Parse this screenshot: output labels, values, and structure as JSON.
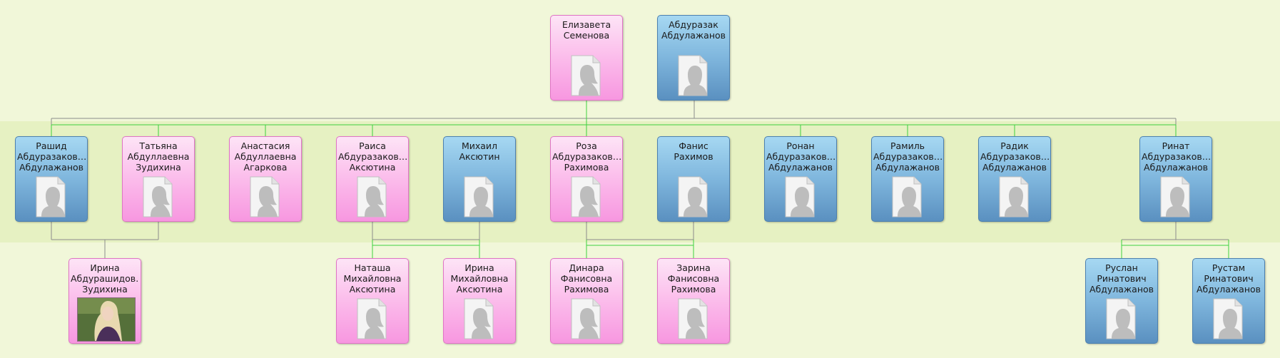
{
  "people": [
    {
      "id": "p_elizaveta",
      "name": "Елизавета\nСеменова",
      "gender": "female",
      "photo": false
    },
    {
      "id": "p_abdurazak",
      "name": "Абдуразак\nАбдулажанов",
      "gender": "male",
      "photo": false
    },
    {
      "id": "p_rashid",
      "name": "Рашид\nАбдуразаков…\nАбдулажанов",
      "gender": "male",
      "photo": false
    },
    {
      "id": "p_tatyana",
      "name": "Татьяна\nАбдуллаевна\nЗудихина",
      "gender": "female",
      "photo": false
    },
    {
      "id": "p_anastasia",
      "name": "Анастасия\nАбдуллаевна\nАгаркова",
      "gender": "female",
      "photo": false
    },
    {
      "id": "p_raisa",
      "name": "Раиса\nАбдуразаков…\nАксютина",
      "gender": "female",
      "photo": false
    },
    {
      "id": "p_mikhail",
      "name": "Михаил\nАксютин",
      "gender": "male",
      "photo": false
    },
    {
      "id": "p_roza",
      "name": "Роза\nАбдуразаков…\nРахимова",
      "gender": "female",
      "photo": false
    },
    {
      "id": "p_fanis",
      "name": "Фанис\nРахимов",
      "gender": "male",
      "photo": false
    },
    {
      "id": "p_ronan",
      "name": "Ронан\nАбдуразаков…\nАбдулажанов",
      "gender": "male",
      "photo": false
    },
    {
      "id": "p_ramil",
      "name": "Рамиль\nАбдуразаков…\nАбдулажанов",
      "gender": "male",
      "photo": false
    },
    {
      "id": "p_radik",
      "name": "Радик\nАбдуразаков…\nАбдулажанов",
      "gender": "male",
      "photo": false
    },
    {
      "id": "p_rinat",
      "name": "Ринат\nАбдуразаков…\nАбдулажанов",
      "gender": "male",
      "photo": false
    },
    {
      "id": "p_irina_z",
      "name": "Ирина\nАбдурашидов…\nЗудихина",
      "gender": "female",
      "photo": true
    },
    {
      "id": "p_natasha",
      "name": "Наташа\nМихайловна\nАксютина",
      "gender": "female",
      "photo": false
    },
    {
      "id": "p_irina_a",
      "name": "Ирина\nМихайловна\nАксютина",
      "gender": "female",
      "photo": false
    },
    {
      "id": "p_dinara",
      "name": "Динара\nФанисовна\nРахимова",
      "gender": "female",
      "photo": false
    },
    {
      "id": "p_zarina",
      "name": "Зарина\nФанисовна\nРахимова",
      "gender": "female",
      "photo": false
    },
    {
      "id": "p_ruslan",
      "name": "Руслан\nРинатович\nАбдулажанов",
      "gender": "male",
      "photo": false
    },
    {
      "id": "p_rustam",
      "name": "Рустам\nРинатович\nАбдулажанов",
      "gender": "male",
      "photo": false
    }
  ],
  "icons": {
    "female": "female-silhouette-icon",
    "male": "male-silhouette-icon"
  },
  "colors": {
    "female": "#fbb8ea",
    "male": "#7fb6dd",
    "green_line": "#3ed03e",
    "gray_line": "#8c8c8c",
    "band": "#e6f1c2",
    "background": "#f1f7d9"
  }
}
